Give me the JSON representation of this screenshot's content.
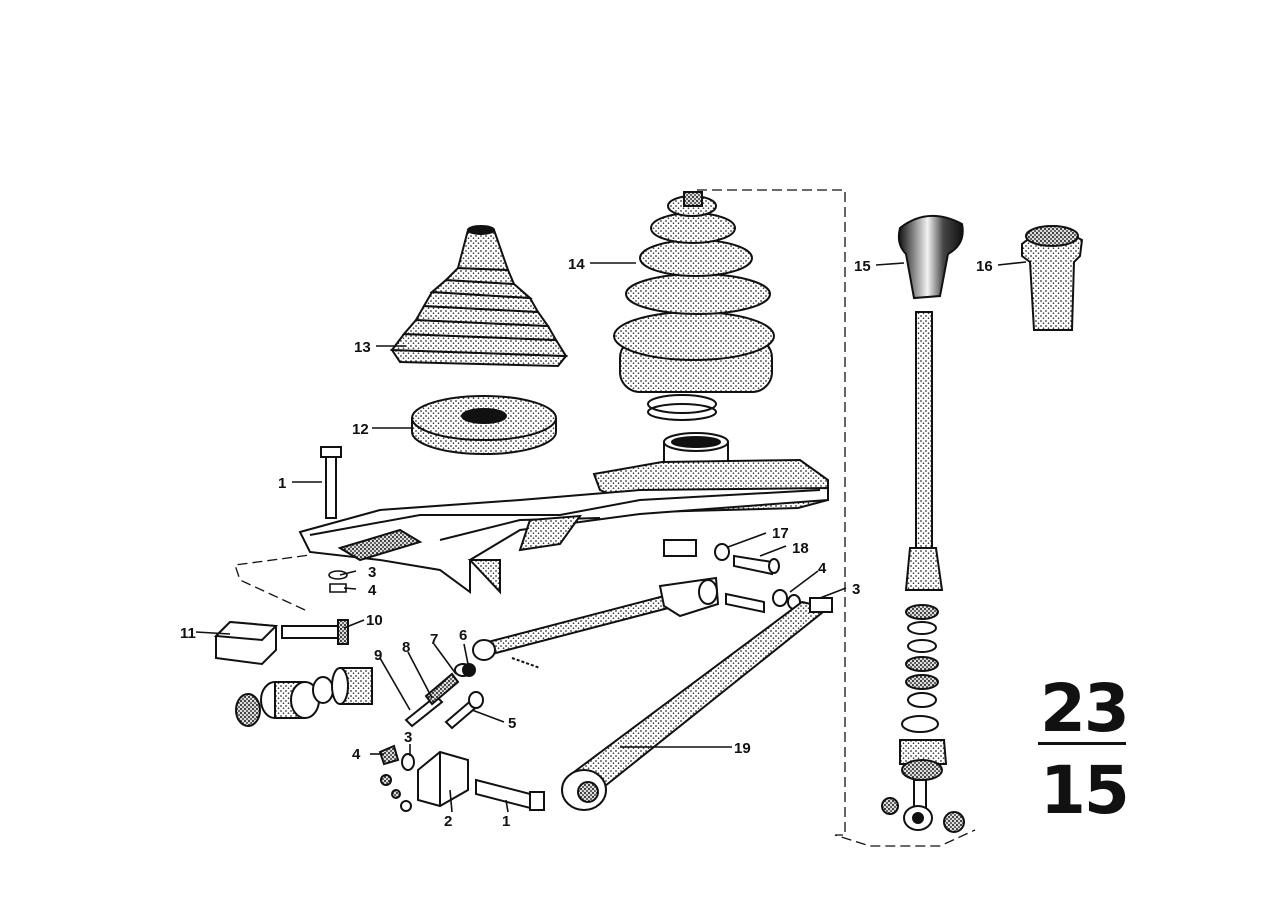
{
  "diagram": {
    "parts": [
      {
        "id": "1",
        "label": "1"
      },
      {
        "id": "2",
        "label": "2"
      },
      {
        "id": "3",
        "label": "3"
      },
      {
        "id": "4",
        "label": "4"
      },
      {
        "id": "5",
        "label": "5"
      },
      {
        "id": "6",
        "label": "6"
      },
      {
        "id": "7",
        "label": "7"
      },
      {
        "id": "8",
        "label": "8"
      },
      {
        "id": "9",
        "label": "9"
      },
      {
        "id": "10",
        "label": "10"
      },
      {
        "id": "11",
        "label": "11"
      },
      {
        "id": "12",
        "label": "12"
      },
      {
        "id": "13",
        "label": "13"
      },
      {
        "id": "14",
        "label": "14"
      },
      {
        "id": "15",
        "label": "15"
      },
      {
        "id": "16",
        "label": "16"
      },
      {
        "id": "17",
        "label": "17"
      },
      {
        "id": "18",
        "label": "18"
      },
      {
        "id": "19",
        "label": "19"
      }
    ],
    "page_number": {
      "top": "23",
      "bottom": "15"
    }
  },
  "colors": {
    "ink": "#111111",
    "paper": "#ffffff",
    "stipple": "#6b6b6b"
  }
}
